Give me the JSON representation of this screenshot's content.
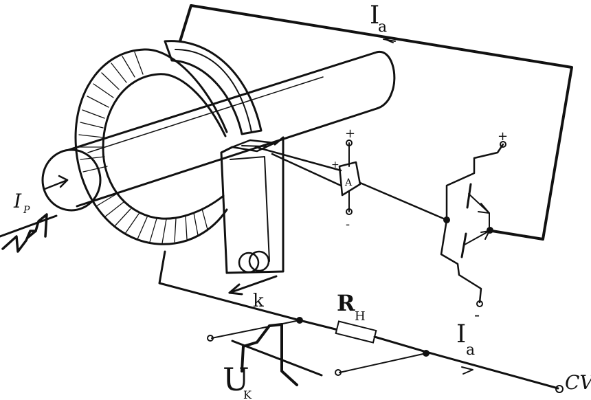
{
  "labels": {
    "current_a_top": "I",
    "current_a_top_sub": "a",
    "primary_current": "I",
    "primary_current_sub": "P",
    "amplifier": "A",
    "plus_top_amp": "+",
    "minus_bottom_amp": "-",
    "plus_input_amp": "+",
    "plus_transistor": "+",
    "minus_transistor": "-",
    "k_label": "k",
    "resistor": "R",
    "resistor_sub": "H",
    "current_a_bottom": "I",
    "current_a_bottom_sub": "a",
    "voltage": "U",
    "voltage_sub": "K",
    "output": "CV"
  }
}
